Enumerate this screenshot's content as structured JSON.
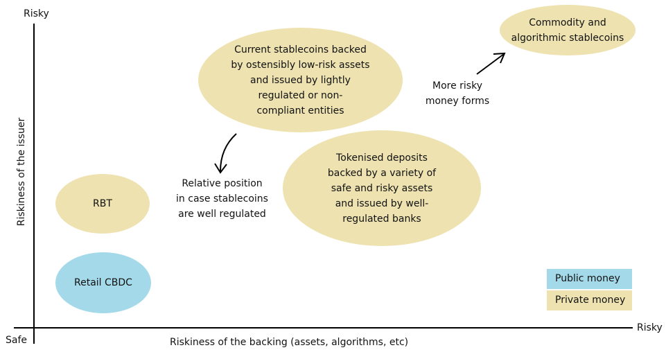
{
  "axes": {
    "y_top_label": "Risky",
    "y_axis_title": "Riskiness of the issuer",
    "origin_label": "Safe",
    "x_right_label": "Risky",
    "x_axis_title": "Riskiness of the backing (assets, algorithms, etc)"
  },
  "bubbles": {
    "commodity": "Commodity and\nalgorithmic stablecoins",
    "current_stablecoins": "Current stablecoins backed\nby ostensibly low-risk assets\nand issued by lightly\nregulated or non-\ncompliant entities",
    "tokenised_deposits": "Tokenised deposits\nbacked by a variety of\nsafe and risky assets\nand issued by well-\nregulated banks",
    "rbt": "RBT",
    "retail_cbdc": "Retail CBDC"
  },
  "annotations": {
    "more_risky": "More risky\nmoney forms",
    "relative_position": "Relative position\nin case stablecoins\nare well regulated"
  },
  "legend": {
    "public": "Public money",
    "private": "Private money"
  },
  "colors": {
    "public": "#a4d9e9",
    "private": "#ede2b0"
  }
}
